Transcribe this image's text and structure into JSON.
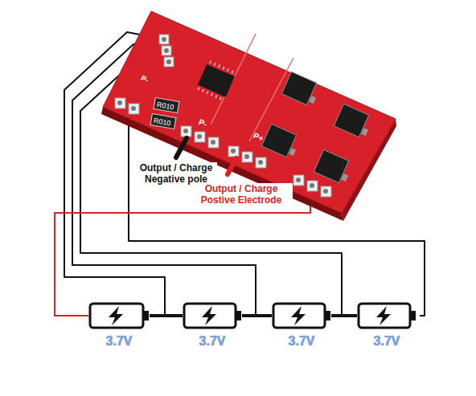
{
  "diagram": {
    "nodes": [
      {
        "text": [
          "3.7V"
        ]
      },
      {
        "text": [
          "3.7V"
        ]
      },
      {
        "text": [
          "3.7V"
        ]
      },
      {
        "text": [
          "3.7V"
        ]
      }
    ],
    "edges": [
      {
        "from": 0,
        "to": 1,
        "arrow": "none"
      },
      {
        "from": 1,
        "to": 2,
        "arrow": "none"
      },
      {
        "from": 2,
        "to": 3,
        "arrow": "none"
      }
    ],
    "labels": [
      "P-",
      "R010",
      "R010",
      "P-",
      "P+",
      "Output / Charge Negative pole",
      "Output / Charge Postive Electrode"
    ]
  }
}
